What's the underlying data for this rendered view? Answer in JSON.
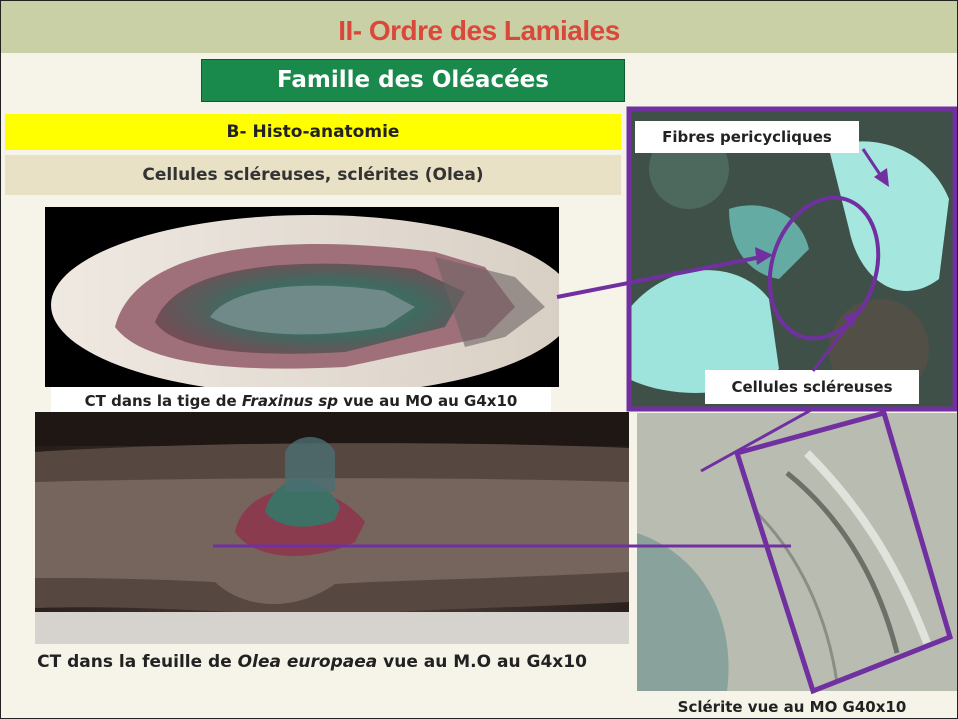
{
  "title": "II- Ordre des Lamiales",
  "family": "Famille des Oléacées",
  "section_b": "B- Histo-anatomie",
  "subsection": "Cellules scléreuses, sclérites (Olea)",
  "caption_stem": {
    "pre": "CT dans la tige de ",
    "species": "Fraxinus sp",
    "post": " vue au MO au G4x10"
  },
  "caption_leaf": {
    "pre": "CT dans la feuille de ",
    "species": "Olea europaea",
    "post": " vue au M.O au G4x10"
  },
  "caption_sclerite": "Sclérite vue au MO G40x10",
  "label_fibres": "Fibres pericycliques",
  "label_sclereuses": "Cellules scléreuses",
  "colors": {
    "title_text": "#d9483b",
    "title_band": "#c9d0a5",
    "family_box": "#1a8a4c",
    "highlight_yellow": "#ffff00",
    "annotation_purple": "#7030a0"
  }
}
